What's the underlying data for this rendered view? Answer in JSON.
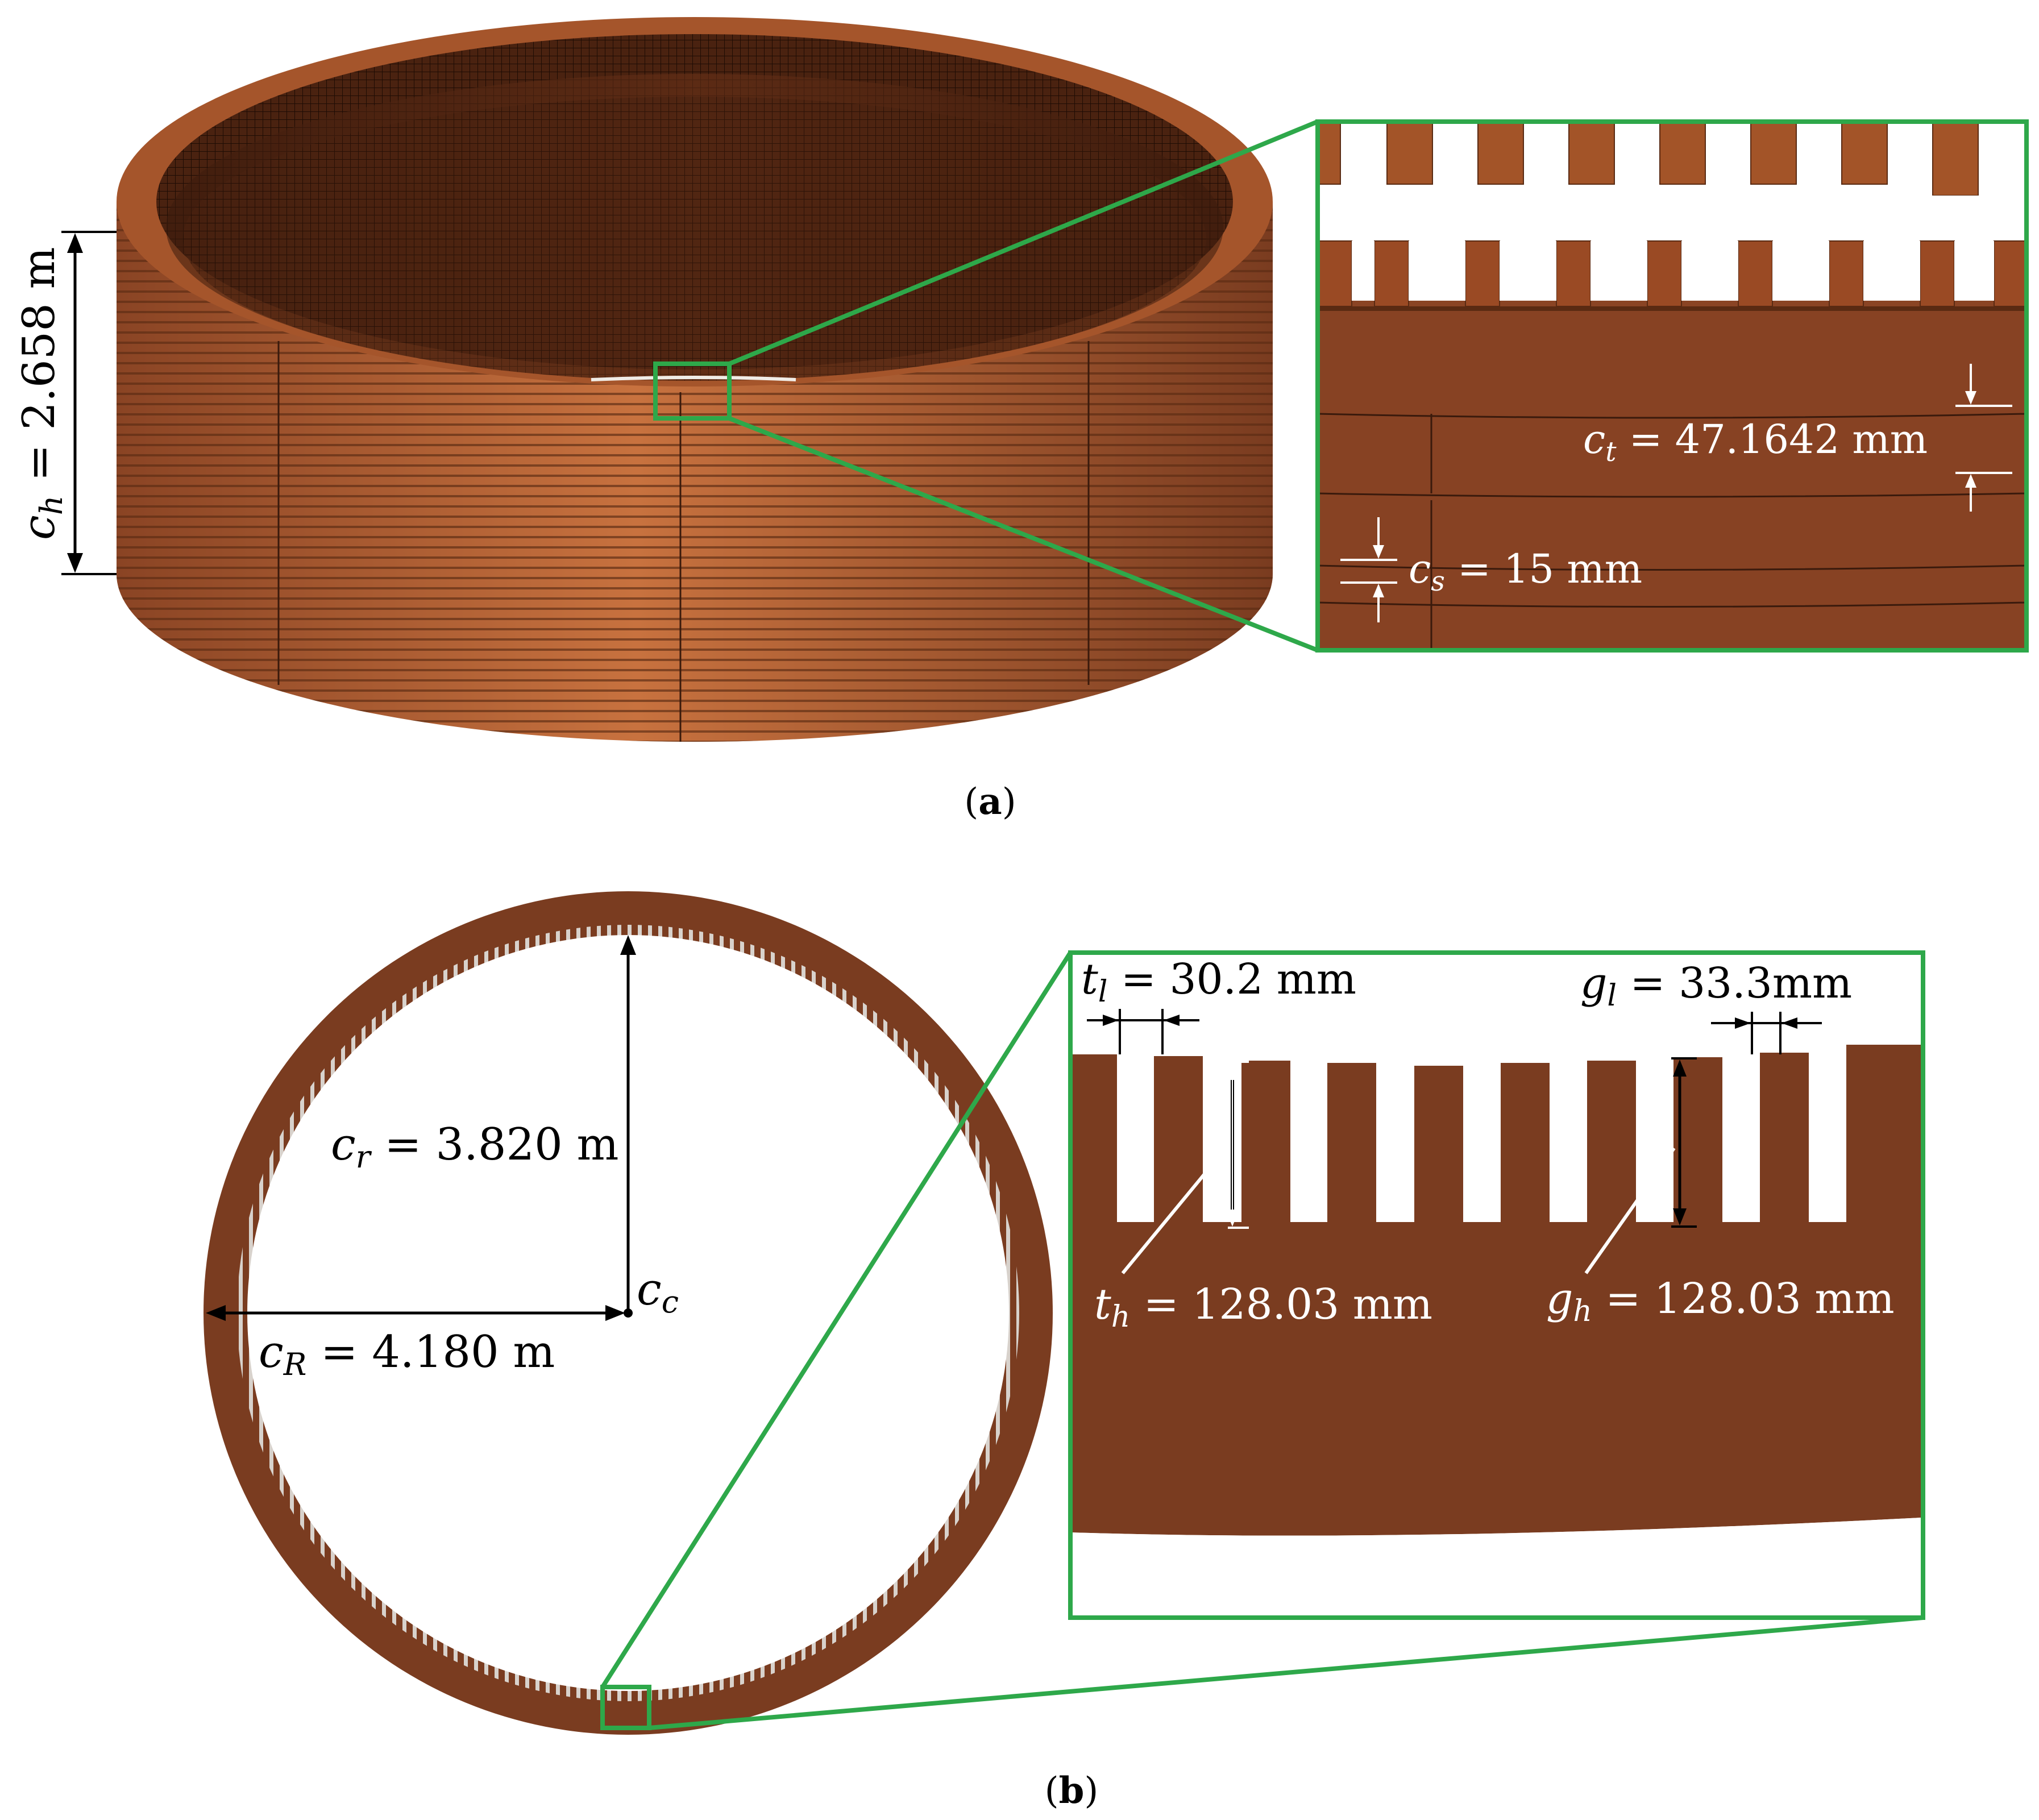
{
  "panel_a": {
    "caption_open": "(",
    "caption_letter": "a",
    "caption_close": ")",
    "height": {
      "sym": "c",
      "sub": "h",
      "value": " = 2.658 m"
    },
    "turn": {
      "sym": "c",
      "sub": "t",
      "value": " = 47.1642 mm"
    },
    "spacer": {
      "sym": "c",
      "sub": "s",
      "value": " = 15 mm"
    }
  },
  "panel_b": {
    "caption_open": "(",
    "caption_letter": "b",
    "caption_close": ")",
    "inner_radius": {
      "sym": "c",
      "sub": "r",
      "value": " = 3.820 m"
    },
    "outer_radius": {
      "sym": "c",
      "sub": "R",
      "value": " = 4.180 m"
    },
    "center": {
      "sym": "c",
      "sub": "c"
    },
    "tooth_length": {
      "sym": "t",
      "sub": "l",
      "value": " = 30.2 mm"
    },
    "gap_length": {
      "sym": "g",
      "sub": "l",
      "value": " = 33.3mm"
    },
    "tooth_height": {
      "sym": "t",
      "sub": "h",
      "value": " = 128.03 mm"
    },
    "gap_height": {
      "sym": "g",
      "sub": "h",
      "value": " = 128.03 mm"
    }
  },
  "colors": {
    "copper_light": "#c06a3a",
    "copper_dark": "#7a3c20",
    "copper_mid": "#9a4f2a",
    "zoom_frame": "#2ea84a"
  }
}
